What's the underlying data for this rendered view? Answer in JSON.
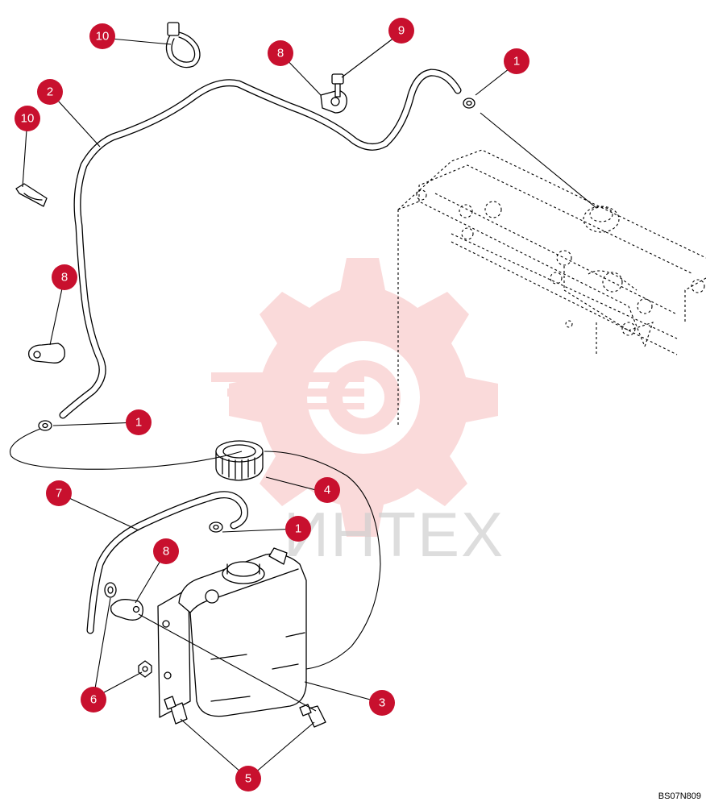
{
  "diagram": {
    "drawing_code": "BS07N809",
    "watermark_text": "ИНТЕХ",
    "callouts": [
      {
        "label": "10"
      },
      {
        "label": "9"
      },
      {
        "label": "8"
      },
      {
        "label": "1"
      },
      {
        "label": "2"
      },
      {
        "label": "10"
      },
      {
        "label": "8"
      },
      {
        "label": "1"
      },
      {
        "label": "4"
      },
      {
        "label": "7"
      },
      {
        "label": "1"
      },
      {
        "label": "8"
      },
      {
        "label": "6"
      },
      {
        "label": "3"
      },
      {
        "label": "5"
      }
    ],
    "colors": {
      "callout": "#c8102e",
      "watermark": "#f6c4c4"
    }
  }
}
